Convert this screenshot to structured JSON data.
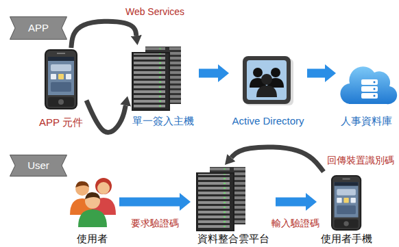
{
  "diagram": {
    "nodes": [
      {
        "text": [
          "APP"
        ]
      },
      {
        "text": [
          "APP 元件"
        ]
      },
      {
        "text": [
          "單一簽入主機"
        ]
      },
      {
        "text": [
          "Active Directory"
        ]
      },
      {
        "text": [
          "人事資料庫"
        ]
      },
      {
        "text": [
          "User"
        ]
      },
      {
        "text": [
          "使用者"
        ]
      },
      {
        "text": [
          "資料整合雲平台"
        ]
      },
      {
        "text": [
          "使用者手機"
        ]
      }
    ],
    "edges": [
      {
        "from": 1,
        "to": 2,
        "arrow": "to",
        "label": "Web Services"
      },
      {
        "from": 1,
        "to": 2,
        "arrow": "to"
      },
      {
        "from": 2,
        "to": 3,
        "arrow": "to"
      },
      {
        "from": 3,
        "to": 4,
        "arrow": "to"
      },
      {
        "from": 6,
        "to": 7,
        "arrow": "to",
        "label": "要求驗證碼"
      },
      {
        "from": 7,
        "to": 8,
        "arrow": "to",
        "label": "輸入驗證碼"
      },
      {
        "from": 8,
        "to": 7,
        "arrow": "to",
        "label": "回傳裝置識別碼"
      }
    ]
  }
}
